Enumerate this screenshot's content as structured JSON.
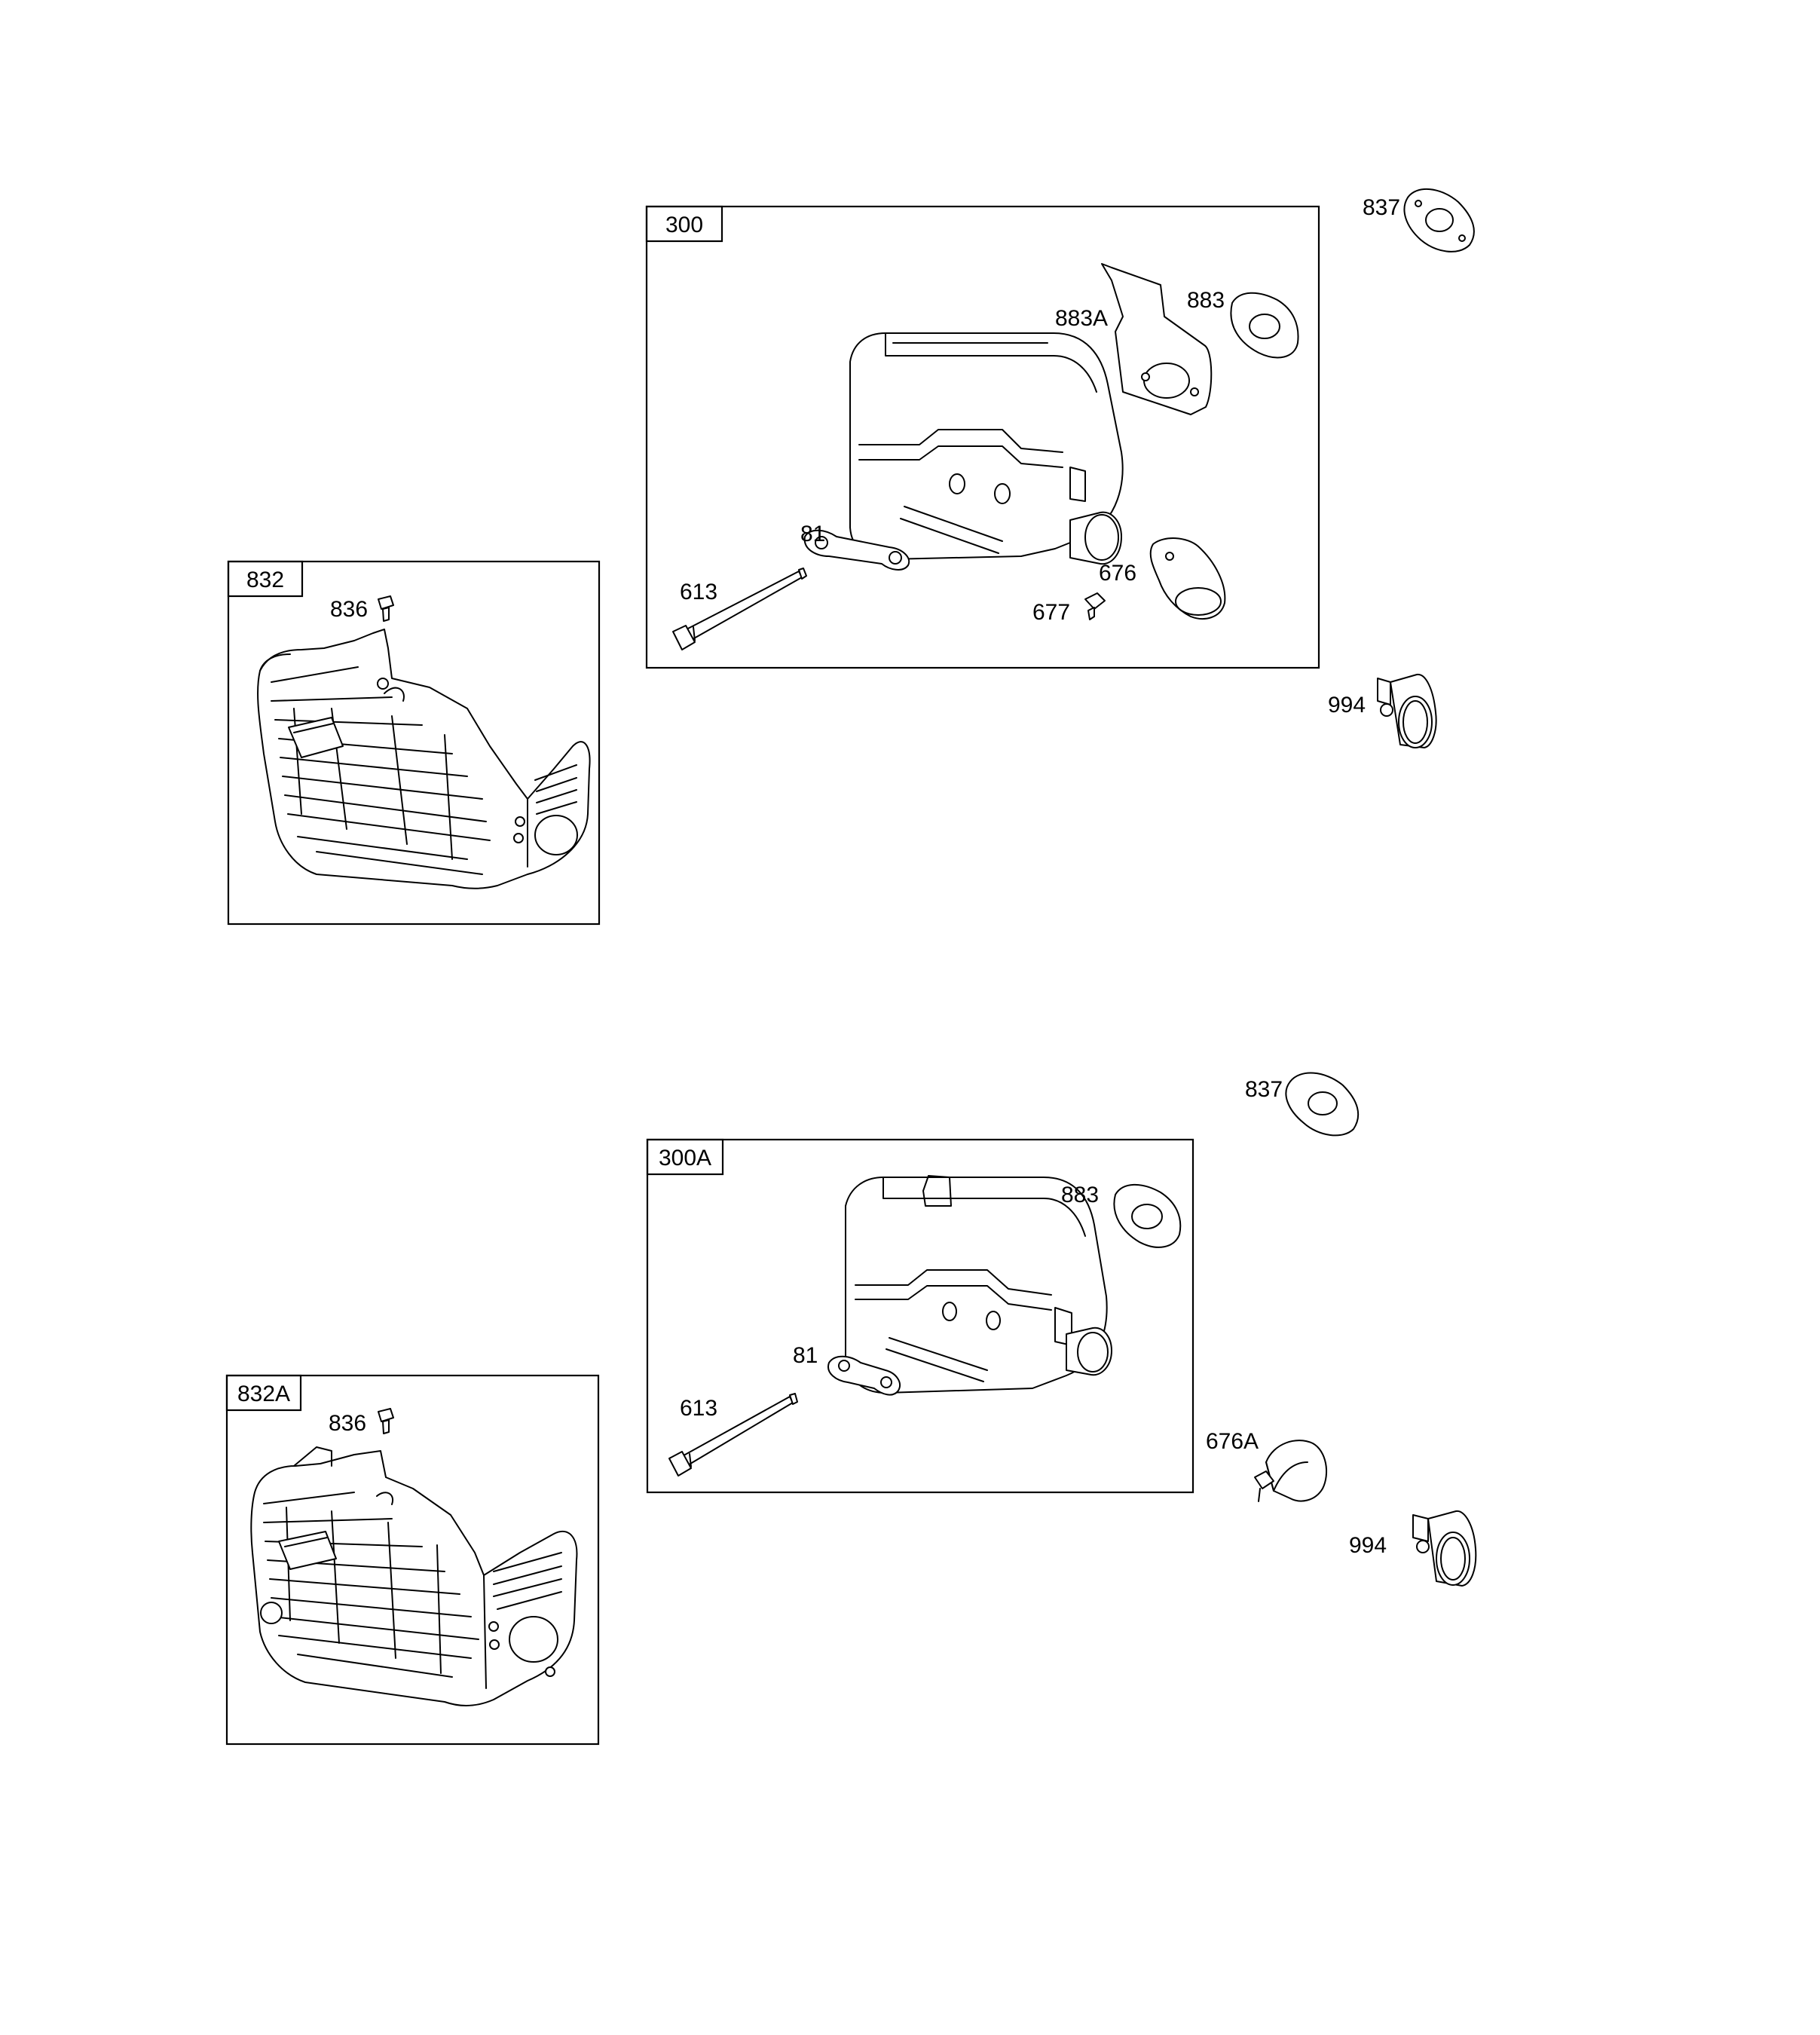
{
  "groups": {
    "muffler_kit_300": "300",
    "muffler_kit_300a": "300A",
    "guard_832": "832",
    "guard_832a": "832A"
  },
  "callouts": {
    "top": {
      "gasket_837": "837",
      "bracket_883a": "883A",
      "gasket_883": "883",
      "lock_81": "81",
      "bolt_613": "613",
      "deflector_676": "676",
      "screw_677": "677",
      "spark_arrester_994": "994",
      "screw_836": "836"
    },
    "bottom": {
      "gasket_837": "837",
      "gasket_883": "883",
      "lock_81": "81",
      "bolt_613": "613",
      "deflector_676a": "676A",
      "spark_arrester_994": "994",
      "screw_836": "836"
    }
  }
}
